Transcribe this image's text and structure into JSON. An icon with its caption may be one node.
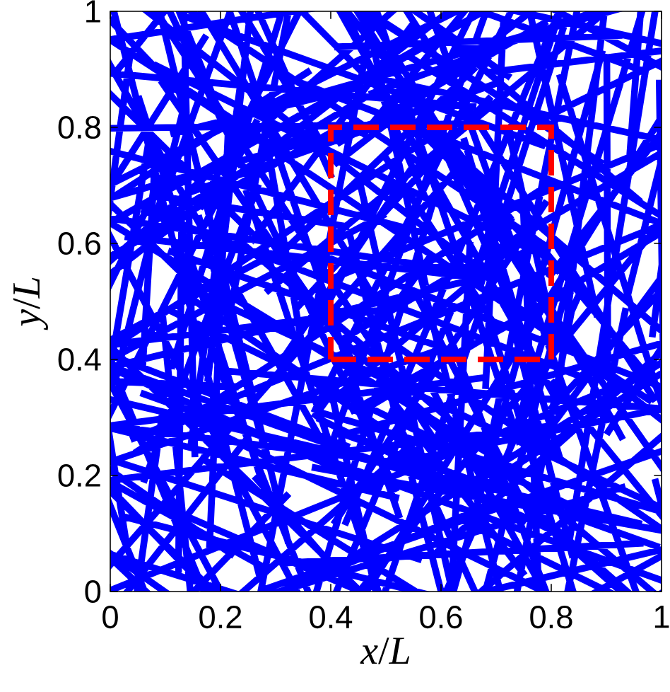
{
  "diagram": {
    "nodes": [
      {
        "text": [],
        "shape": "box"
      }
    ],
    "chart_data": {
      "type": "line",
      "xlabel": "*x*/*L*",
      "ylabel": "*y*/*L*",
      "xlim": [
        0,
        1
      ],
      "ylim": [
        0,
        1
      ],
      "xticks": [
        0,
        0.2,
        0.4,
        0.6,
        0.8,
        1
      ],
      "yticks": [
        0,
        0.2,
        0.4,
        0.6,
        0.8,
        1
      ]
    }
  }
}
